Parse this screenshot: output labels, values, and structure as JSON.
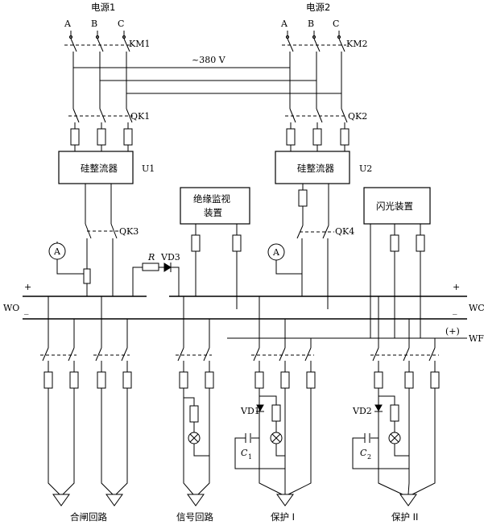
{
  "sources": {
    "source1": "电源1",
    "source2": "电源2"
  },
  "phases": {
    "a": "A",
    "b": "B",
    "c": "C"
  },
  "contactors": {
    "km1": "KM1",
    "km2": "KM2"
  },
  "voltage": "~380 V",
  "switches": {
    "qk1": "QK1",
    "qk2": "QK2",
    "qk3": "QK3",
    "qk4": "QK4"
  },
  "rectifiers": {
    "label": "硅整流器",
    "u1": "U1",
    "u2": "U2"
  },
  "devices": {
    "insulation_line1": "绝缘监视",
    "insulation_line2": "装置",
    "flash": "闪光装置"
  },
  "components": {
    "ammeter": "A",
    "resistor": "R",
    "vd1": "VD1",
    "vd2": "VD2",
    "vd3": "VD3",
    "c1": "C",
    "c1_sub": "1",
    "c2": "C",
    "c2_sub": "2"
  },
  "buses": {
    "wo": "WO",
    "wc": "WC",
    "wf": "WF",
    "plus": "+",
    "minus": "_",
    "wf_plus": "(+)"
  },
  "circuits": {
    "closing": "合闸回路",
    "signal": "信号回路",
    "protect1": "保护 I",
    "protect2": "保护 II"
  }
}
